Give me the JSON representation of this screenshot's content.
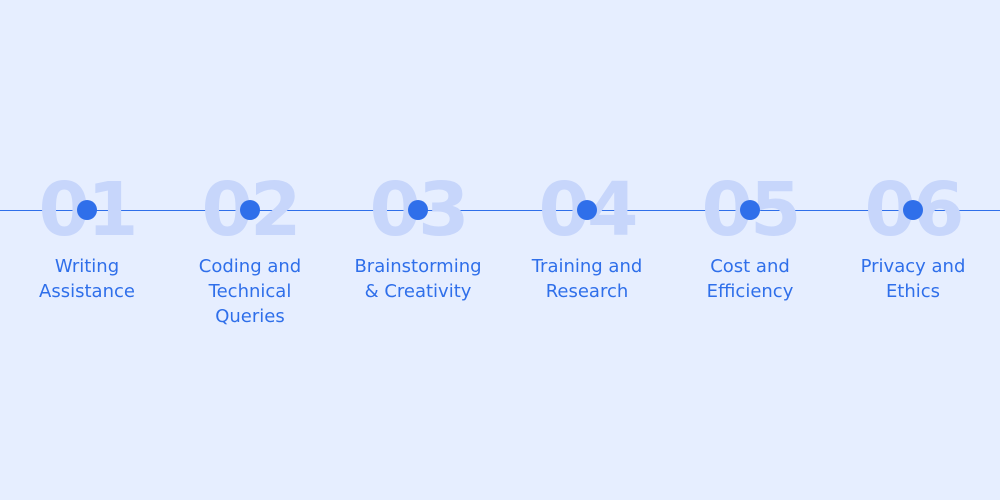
{
  "colors": {
    "background": "#E6EEFF",
    "accent": "#2F6FEA",
    "number_watermark": "#C7D6FB"
  },
  "steps": [
    {
      "number": "01",
      "label": "Writing\nAssistance"
    },
    {
      "number": "02",
      "label": "Coding and\nTechnical\nQueries"
    },
    {
      "number": "03",
      "label": "Brainstorming\n& Creativity"
    },
    {
      "number": "04",
      "label": "Training and\nResearch"
    },
    {
      "number": "05",
      "label": "Cost and\nEfficiency"
    },
    {
      "number": "06",
      "label": "Privacy and\nEthics"
    }
  ]
}
